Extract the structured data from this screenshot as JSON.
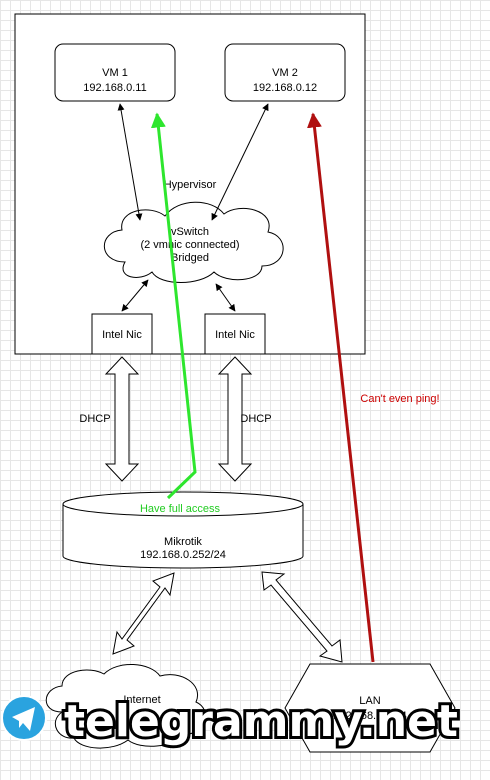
{
  "hypervisor": {
    "label": "Hypervisor"
  },
  "vm1": {
    "name": "VM 1",
    "ip": "192.168.0.11"
  },
  "vm2": {
    "name": "VM 2",
    "ip": "192.168.0.12"
  },
  "vswitch": {
    "line1": "vSwitch",
    "line2": "(2 vmnic connected)",
    "line3": "Bridged"
  },
  "nic1": {
    "label": "Intel Nic"
  },
  "nic2": {
    "label": "Intel Nic"
  },
  "dhcp_left": {
    "label": "DHCP"
  },
  "dhcp_right": {
    "label": "DHCP"
  },
  "mikrotik": {
    "name": "Mikrotik",
    "ip": "192.168.0.252/24"
  },
  "internet": {
    "label": "Internet"
  },
  "lan": {
    "label": "LAN",
    "subnet": "192.168.0.0/24"
  },
  "annotations": {
    "full_access": "Have full access",
    "no_ping": "Can't even ping!"
  },
  "colors": {
    "green_arrow": "#2ee62e",
    "red_arrow": "#b01010",
    "red_text": "#cc0000"
  },
  "watermark": {
    "text": "telegrammy.net"
  }
}
